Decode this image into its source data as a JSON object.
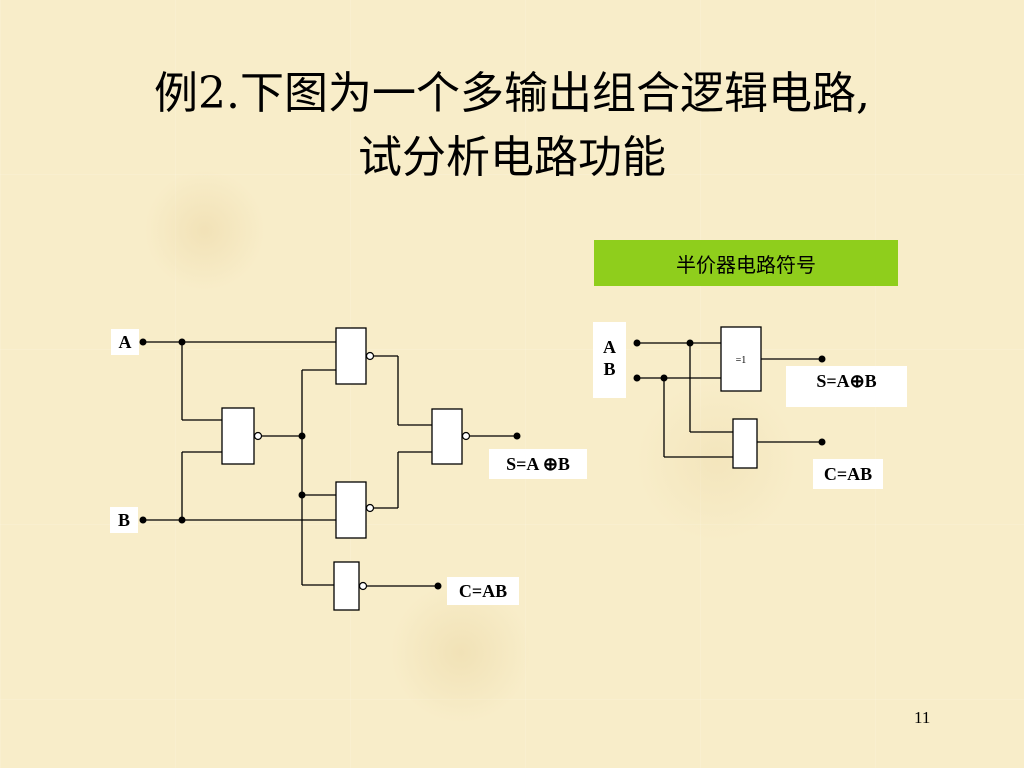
{
  "slide": {
    "title_line1": "例2.下图为一个多输出组合逻辑电路,",
    "title_line2": "试分析电路功能",
    "page_number": "11"
  },
  "legend": {
    "title": "半价器电路符号"
  },
  "main_circuit": {
    "input_a": "A",
    "input_b": "B",
    "output_s": "S=A ⊕B",
    "output_c": "C=AB"
  },
  "symbol_circuit": {
    "input_a": "A",
    "input_b": "B",
    "xor_label": "=1",
    "output_s": "S=A⊕B",
    "output_c": "C=AB"
  },
  "colors": {
    "legend_bg": "#8fce1c",
    "background": "#f8edc9"
  }
}
